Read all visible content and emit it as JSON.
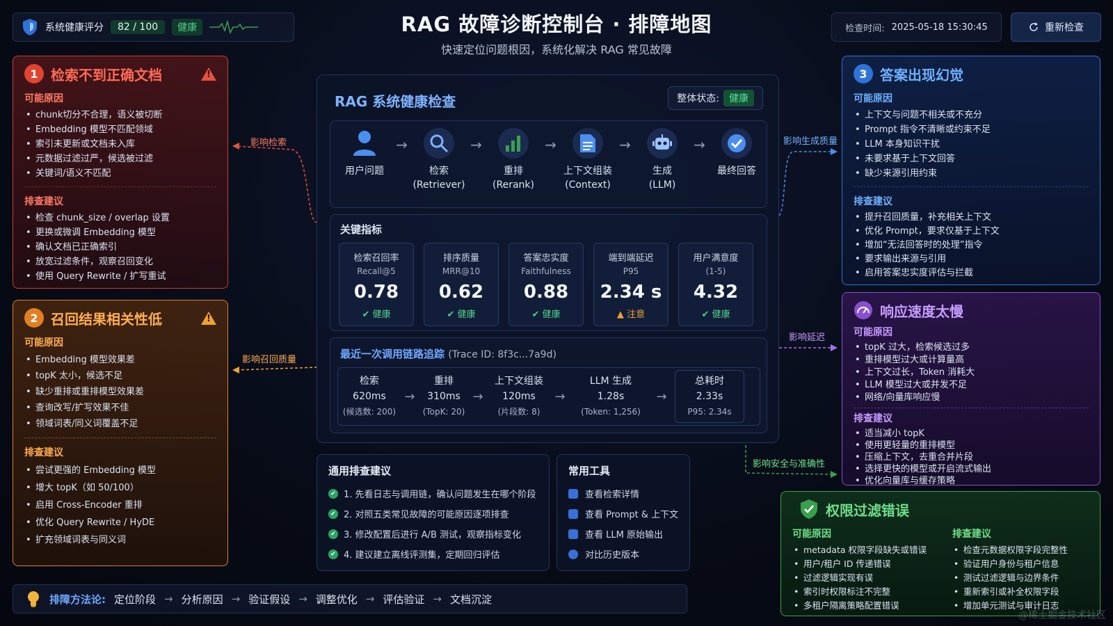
{
  "header": {
    "score_label": "系统健康评分",
    "score": "82 / 100",
    "score_status": "健康",
    "title": "RAG 故障诊断控制台 · 排障地图",
    "subtitle": "快速定位问题根因，系统化解决 RAG 常见故障",
    "time_label": "检查时间:",
    "time_value": "2025-05-18 15:30:45",
    "recheck": "重新检查"
  },
  "panel1": {
    "num": "1",
    "title": "检索不到正确文档",
    "cause_title": "可能原因",
    "causes": [
      "chunk切分不合理，语义被切断",
      "Embedding 模型不匹配领域",
      "索引未更新或文档未入库",
      "元数据过滤过严，候选被过滤",
      "关键词/语义不匹配"
    ],
    "fix_title": "排查建议",
    "fixes": [
      "检查 chunk_size / overlap 设置",
      "更换或微调 Embedding 模型",
      "确认文档已正确索引",
      "放宽过滤条件，观察召回变化",
      "使用 Query Rewrite / 扩写重试"
    ]
  },
  "panel2": {
    "num": "2",
    "title": "召回结果相关性低",
    "cause_title": "可能原因",
    "causes": [
      "Embedding 模型效果差",
      "topK 太小，候选不足",
      "缺少重排或重排模型效果差",
      "查询改写/扩写效果不佳",
      "领域词表/同义词覆盖不足"
    ],
    "fix_title": "排查建议",
    "fixes": [
      "尝试更强的 Embedding 模型",
      "增大 topK（如 50/100）",
      "启用 Cross-Encoder 重排",
      "优化 Query Rewrite / HyDE",
      "扩充领域词表与同义词"
    ]
  },
  "panel3": {
    "num": "3",
    "title": "答案出现幻觉",
    "cause_title": "可能原因",
    "causes": [
      "上下文与问题不相关或不充分",
      "Prompt 指令不清晰或约束不足",
      "LLM 本身知识干扰",
      "未要求基于上下文回答",
      "缺少来源引用约束"
    ],
    "fix_title": "排查建议",
    "fixes": [
      "提升召回质量，补充相关上下文",
      "优化 Prompt，要求仅基于上下文",
      "增加“无法回答时的处理”指令",
      "要求输出来源与引用",
      "启用答案忠实度评估与拦截"
    ]
  },
  "panel4": {
    "title": "响应速度太慢",
    "cause_title": "可能原因",
    "causes": [
      "topK 过大，检索候选过多",
      "重排模型过大或计算量高",
      "上下文过长，Token 消耗大",
      "LLM 模型过大或并发不足",
      "网络/向量库响应慢"
    ],
    "fix_title": "排查建议",
    "fixes": [
      "适当减小 topK",
      "使用更轻量的重排模型",
      "压缩上下文，去重合并片段",
      "选择更快的模型或开启流式输出",
      "优化向量库与缓存策略"
    ]
  },
  "panel5": {
    "title": "权限过滤错误",
    "cause_title": "可能原因",
    "causes": [
      "metadata 权限字段缺失或错误",
      "用户/租户 ID 传递错误",
      "过滤逻辑实现有误",
      "索引时权限标注不完整",
      "多租户隔离策略配置错误"
    ],
    "fix_title": "排查建议",
    "fixes": [
      "检查元数据权限字段完整性",
      "验证用户身份与租户信息",
      "测试过滤逻辑与边界条件",
      "重新索引或补全权限字段",
      "增加单元测试与审计日志"
    ]
  },
  "connectors": {
    "c1": "影响检索",
    "c2": "影响召回质量",
    "c3": "影响生成质量",
    "c4": "影响延迟",
    "c5": "影响安全与准确性"
  },
  "center": {
    "title": "RAG 系统健康检查",
    "overall_label": "整体状态:",
    "overall_value": "健康",
    "stages": [
      {
        "name": "用户问题",
        "sub": ""
      },
      {
        "name": "检索",
        "sub": "(Retriever)"
      },
      {
        "name": "重排",
        "sub": "(Rerank)"
      },
      {
        "name": "上下文组装",
        "sub": "(Context)"
      },
      {
        "name": "生成",
        "sub": "(LLM)"
      },
      {
        "name": "最终回答",
        "sub": ""
      }
    ],
    "metrics_title": "关键指标",
    "metrics": [
      {
        "name": "检索召回率",
        "sub": "Recall@5",
        "value": "0.78",
        "status": "健康"
      },
      {
        "name": "排序质量",
        "sub": "MRR@10",
        "value": "0.62",
        "status": "健康"
      },
      {
        "name": "答案忠实度",
        "sub": "Faithfulness",
        "value": "0.88",
        "status": "健康"
      },
      {
        "name": "端到端延迟",
        "sub": "P95",
        "value": "2.34 s",
        "status": "注意"
      },
      {
        "name": "用户满意度",
        "sub": "(1-5)",
        "value": "4.32",
        "status": "健康"
      }
    ],
    "trace_title": "最近一次调用链路追踪",
    "trace_id": "(Trace ID: 8f3c...7a9d)",
    "trace": [
      {
        "name": "检索",
        "time": "620ms",
        "note": "(候选数: 200)"
      },
      {
        "name": "重排",
        "time": "310ms",
        "note": "(TopK: 20)"
      },
      {
        "name": "上下文组装",
        "time": "120ms",
        "note": "(片段数: 8)"
      },
      {
        "name": "LLM 生成",
        "time": "1.28s",
        "note": "(Token: 1,256)"
      },
      {
        "name": "总耗时",
        "time": "2.33s",
        "note": "P95: 2.34s"
      }
    ]
  },
  "tips": {
    "title": "通用排查建议",
    "items": [
      "1. 先看日志与调用链，确认问题发生在哪个阶段",
      "2. 对照五类常见故障的可能原因逐项排查",
      "3. 修改配置后进行 A/B 测试，观察指标变化",
      "4. 建议建立离线评测集，定期回归评估"
    ]
  },
  "tools": {
    "title": "常用工具",
    "items": [
      "查看检索详情",
      "查看 Prompt & 上下文",
      "查看 LLM 原始输出",
      "对比历史版本"
    ]
  },
  "method": {
    "label": "排障方法论:",
    "steps": [
      "定位阶段",
      "分析原因",
      "验证假设",
      "调整优化",
      "评估验证",
      "文档沉淀"
    ]
  },
  "watermark": "@稀土掘金技术社区",
  "colors": {
    "red": "#c8402f",
    "orange": "#d7802a",
    "blue": "#2e73d6",
    "purple": "#8a4fd2",
    "green": "#3aa04e",
    "ok": "#4fd08a",
    "warn": "#f0a330"
  }
}
